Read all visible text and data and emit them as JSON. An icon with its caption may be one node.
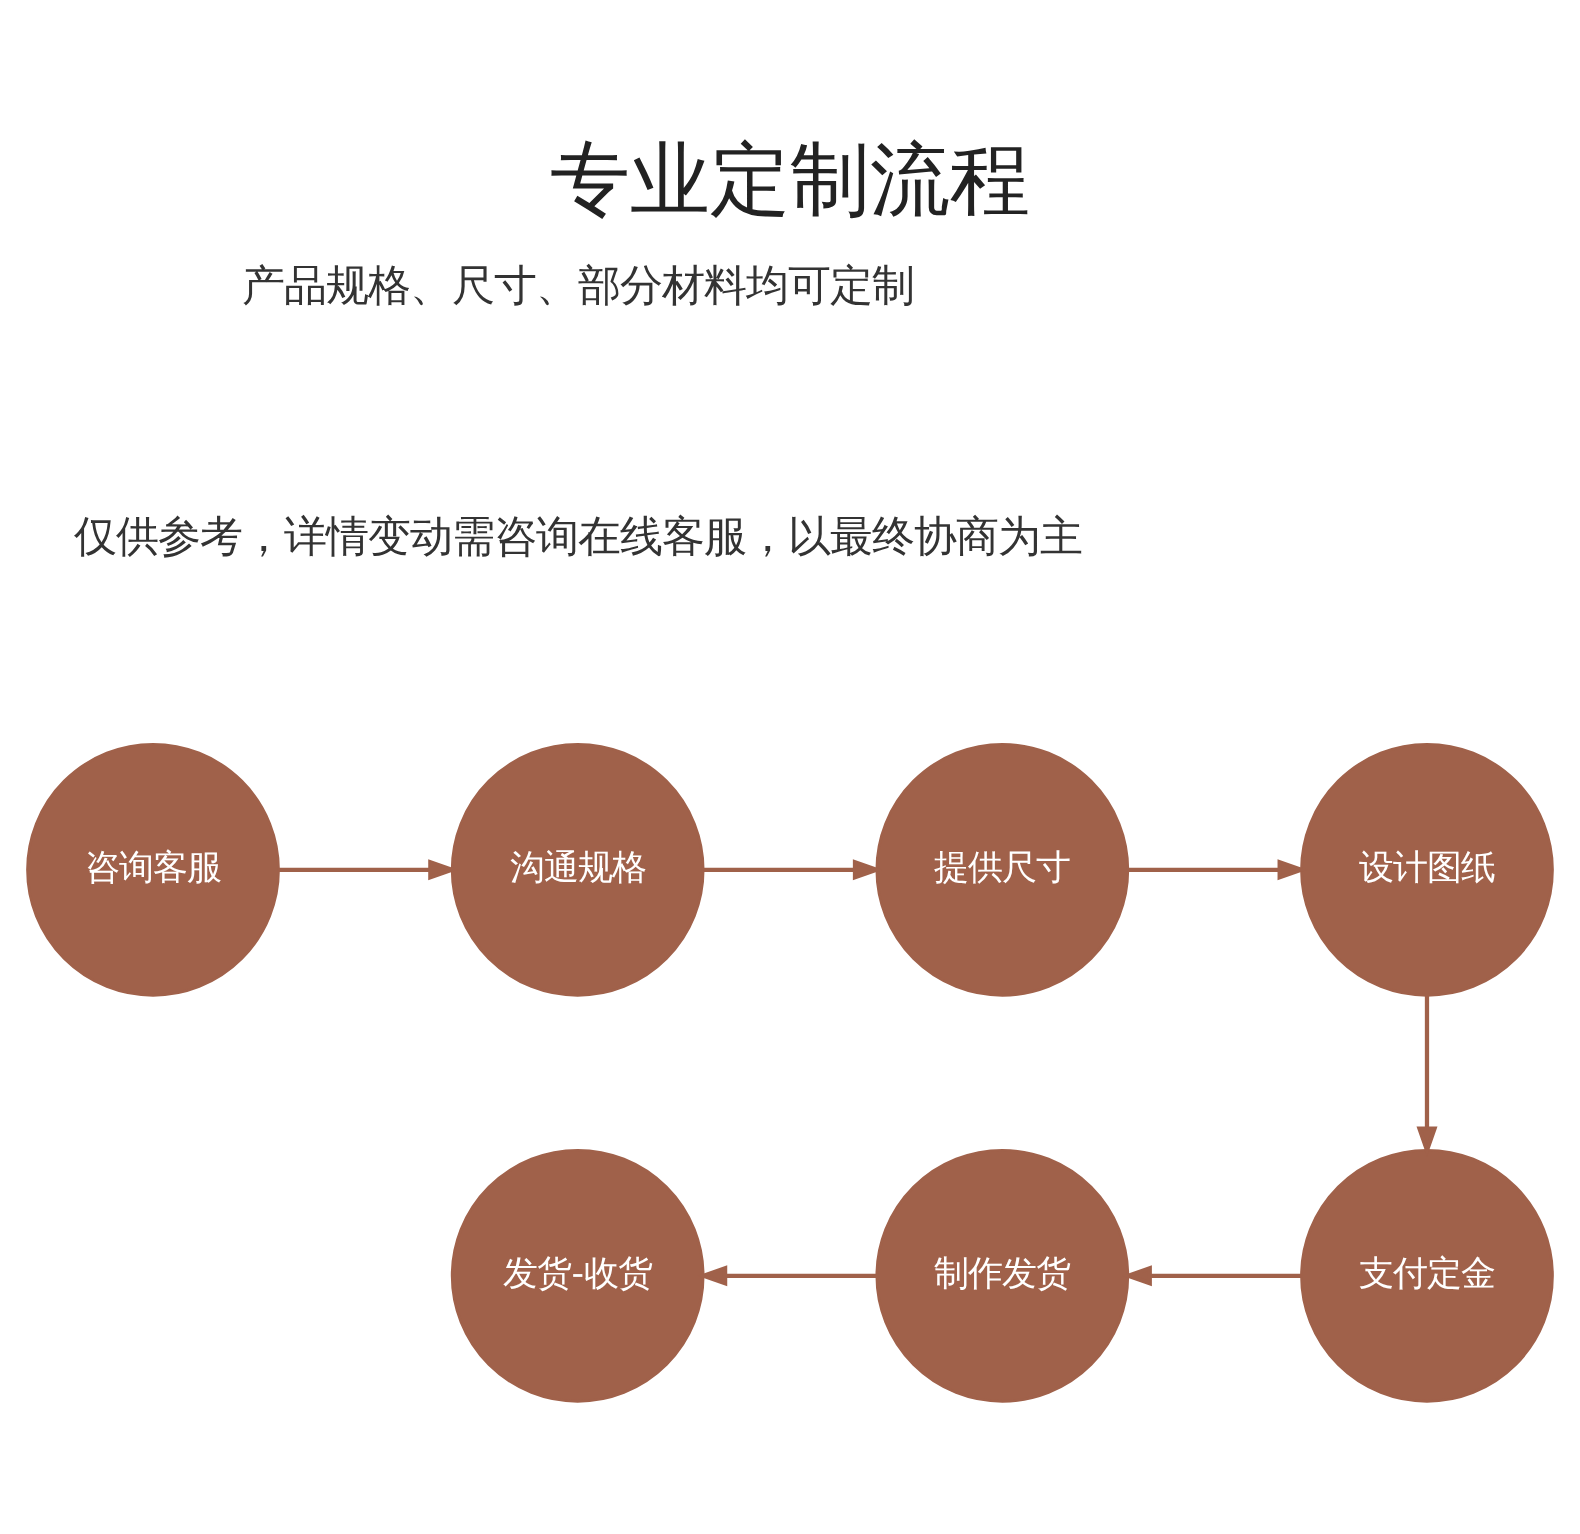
{
  "diagram": {
    "title": "专业定制流程",
    "nodes": [
      {
        "text": [
          "咨询客服"
        ]
      },
      {
        "text": [
          "沟通规格"
        ]
      },
      {
        "text": [
          "提供尺寸"
        ]
      },
      {
        "text": [
          "设计图纸"
        ]
      },
      {
        "text": [
          "支付定金"
        ]
      },
      {
        "text": [
          "制作发货"
        ]
      },
      {
        "text": [
          "发货-收货"
        ]
      }
    ],
    "edges": [
      {
        "from": 0,
        "to": 1,
        "arrow": "to"
      },
      {
        "from": 1,
        "to": 2,
        "arrow": "to"
      },
      {
        "from": 2,
        "to": 3,
        "arrow": "to"
      },
      {
        "from": 3,
        "to": 4,
        "arrow": "to"
      },
      {
        "from": 4,
        "to": 5,
        "arrow": "to"
      },
      {
        "from": 5,
        "to": 6,
        "arrow": "to"
      }
    ],
    "labels": [
      "产品规格、尺寸、部分材料均可定制",
      "仅供参考，详情变动需咨询在线客服，以最终协商为主"
    ]
  }
}
